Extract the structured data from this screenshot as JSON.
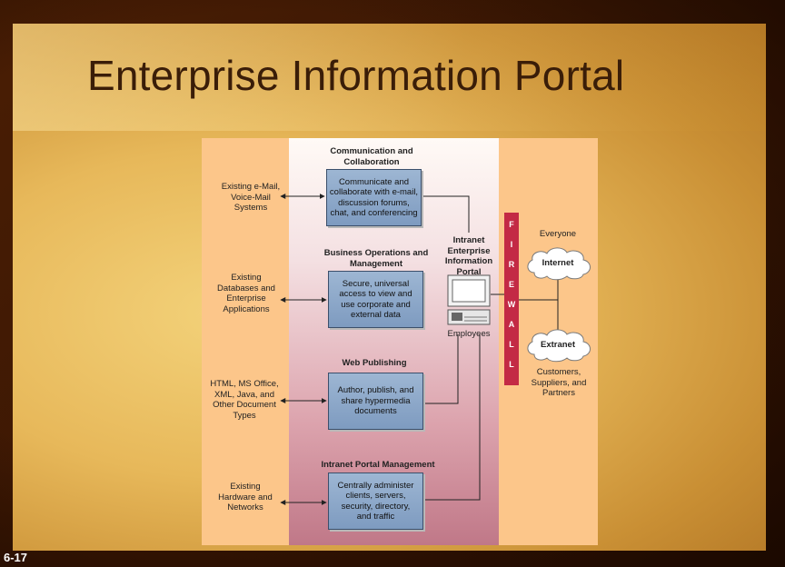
{
  "slide": {
    "title": "Enterprise Information Portal",
    "number": "6-17"
  },
  "diagram": {
    "sections": [
      {
        "header": "Communication and Collaboration",
        "box": "Communicate and collaborate with e-mail, discussion forums, chat, and conferencing",
        "source": "Existing e-Mail, Voice-Mail Systems"
      },
      {
        "header": "Business Operations and Management",
        "box": "Secure, universal access to view and use corporate and external data",
        "source": "Existing Databases and Enterprise Applications"
      },
      {
        "header": "Web Publishing",
        "box": "Author, publish, and share hypermedia documents",
        "source": "HTML, MS Office, XML, Java, and Other Document Types"
      },
      {
        "header": "Intranet Portal Management",
        "box": "Centrally administer clients, servers, security, directory, and traffic",
        "source": "Existing Hardware and Networks"
      }
    ],
    "portal_label": "Intranet Enterprise Information Portal",
    "employees_label": "Employees",
    "firewall_letters": [
      "F",
      "I",
      "R",
      "E",
      "W",
      "A",
      "L",
      "L"
    ],
    "everyone_label": "Everyone",
    "internet_label": "Internet",
    "extranet_label": "Extranet",
    "partners_label": "Customers, Suppliers, and Partners"
  }
}
